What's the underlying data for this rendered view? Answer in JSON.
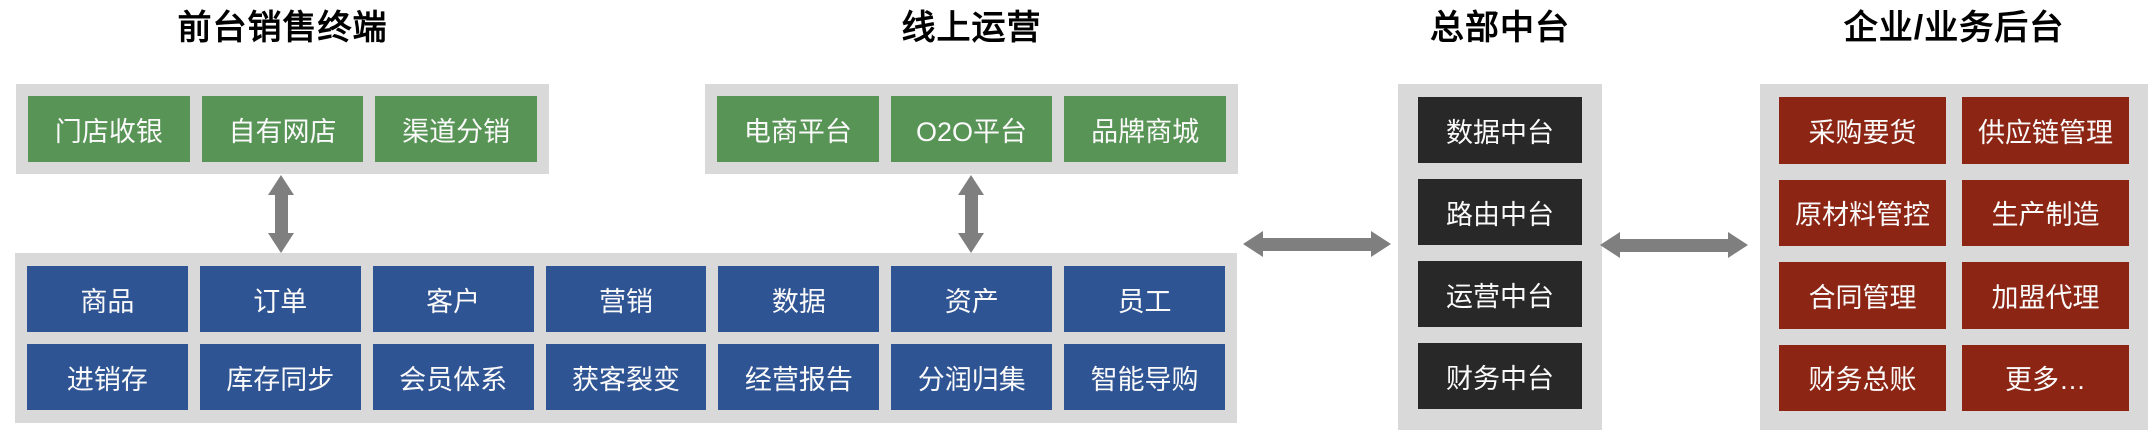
{
  "colors": {
    "panel-gray": "#d9d9d9",
    "green": "#589456",
    "blue": "#2f5494",
    "black-box": "#282828",
    "red": "#8c2514",
    "arrow": "#7f7f7f",
    "title-text": "#000000",
    "box-text": "#fafafa"
  },
  "sections": {
    "front_terminal": {
      "title": "前台销售终端",
      "items": [
        "门店收银",
        "自有网店",
        "渠道分销"
      ]
    },
    "online_ops": {
      "title": "线上运营",
      "items": [
        "电商平台",
        "O2O平台",
        "品牌商城"
      ]
    },
    "mid_platform": {
      "title": "总部中台",
      "items": [
        "数据中台",
        "路由中台",
        "运营中台",
        "财务中台"
      ]
    },
    "backend": {
      "title": "企业/业务后台",
      "items": [
        "采购要货",
        "供应链管理",
        "原材料管控",
        "生产制造",
        "合同管理",
        "加盟代理",
        "财务总账",
        "更多…"
      ]
    }
  },
  "capability_platform": {
    "rows": [
      [
        "商品",
        "订单",
        "客户",
        "营销",
        "数据",
        "资产",
        "员工"
      ],
      [
        "进销存",
        "库存同步",
        "会员体系",
        "获客裂变",
        "经营报告",
        "分润归集",
        "智能导购"
      ]
    ]
  },
  "arrows": [
    {
      "id": "front-capability",
      "type": "vertical-double"
    },
    {
      "id": "online-capability",
      "type": "vertical-double"
    },
    {
      "id": "capability-midplatform",
      "type": "horizontal-double"
    },
    {
      "id": "midplatform-backend",
      "type": "horizontal-double"
    }
  ]
}
